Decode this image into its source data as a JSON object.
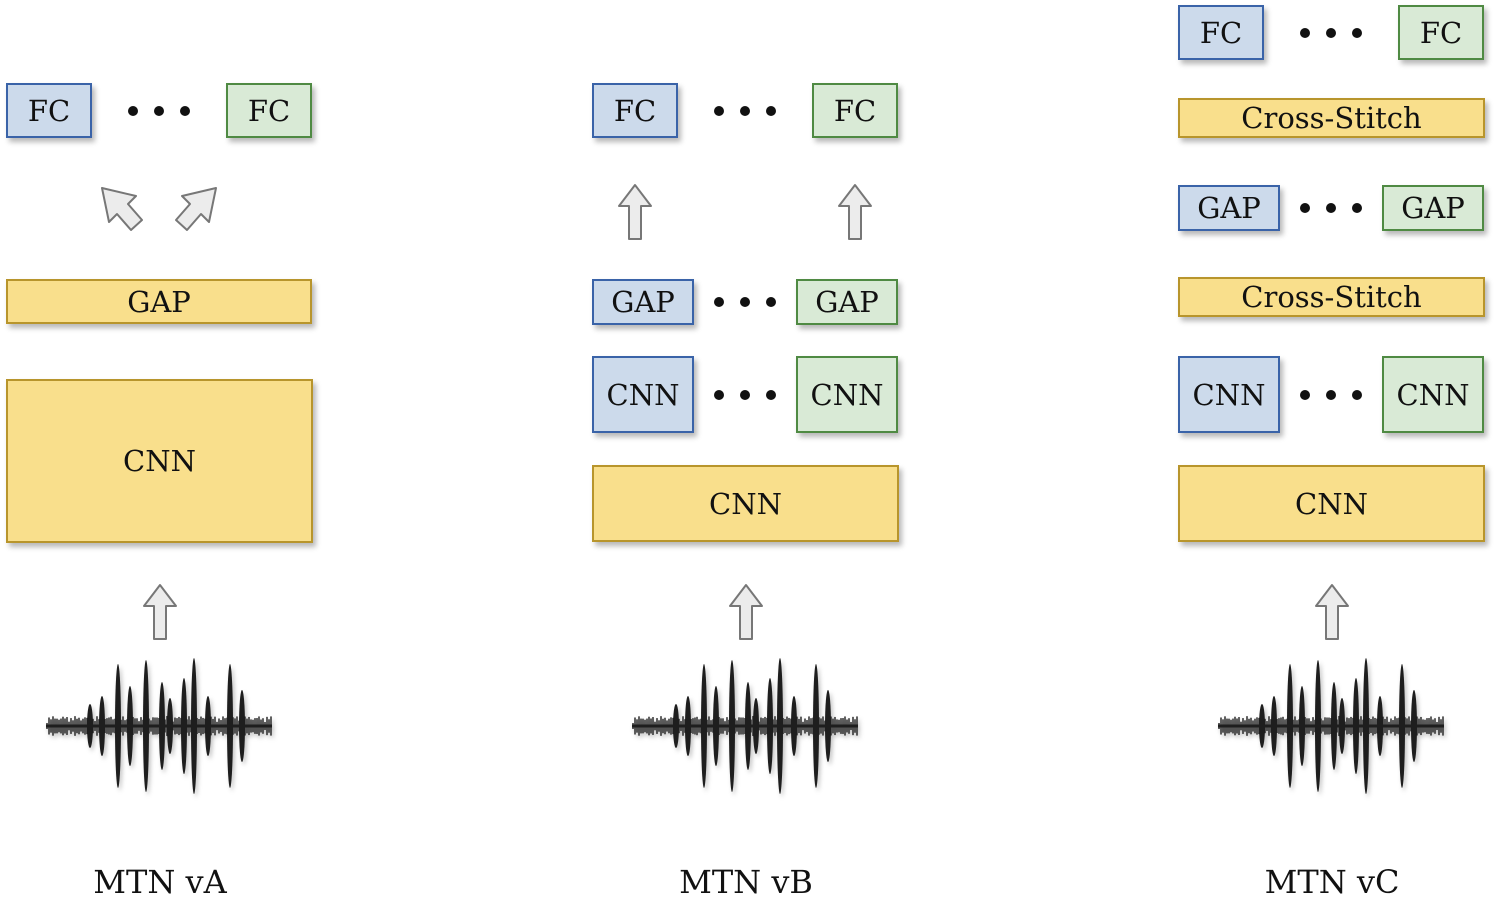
{
  "diagrams": [
    {
      "title": "MTN vA",
      "fc": [
        "FC",
        "FC"
      ],
      "gap": "GAP",
      "cnn": "CNN"
    },
    {
      "title": "MTN vB",
      "fc": [
        "FC",
        "FC"
      ],
      "gap": [
        "GAP",
        "GAP"
      ],
      "cnn_branch": [
        "CNN",
        "CNN"
      ],
      "cnn_shared": "CNN"
    },
    {
      "title": "MTN vC",
      "fc": [
        "FC",
        "FC"
      ],
      "cross_stitch_top": "Cross-Stitch",
      "gap": [
        "GAP",
        "GAP"
      ],
      "cross_stitch_bottom": "Cross-Stitch",
      "cnn_branch": [
        "CNN",
        "CNN"
      ],
      "cnn_shared": "CNN"
    }
  ],
  "colors": {
    "task_a_fill": "#ccdaeb",
    "task_a_border": "#3a63a8",
    "task_b_fill": "#d9ead6",
    "task_b_border": "#4f8a43",
    "shared_fill": "#f9df8c",
    "shared_border": "#b8952c"
  },
  "icons": {
    "arrow": "hollow-up-arrow-icon",
    "input": "audio-waveform-icon"
  }
}
